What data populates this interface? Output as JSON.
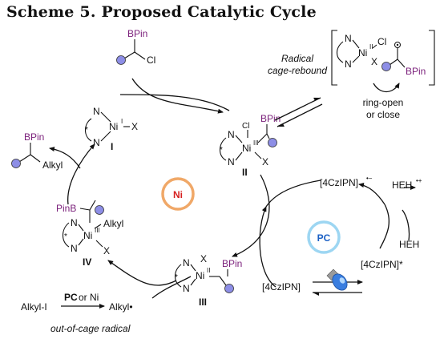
{
  "title": "Scheme 5. Proposed Catalytic Cycle",
  "colors": {
    "ni_ring": "#f0a868",
    "ni_label": "#d62020",
    "pc_ring": "#9dd6f2",
    "pc_label": "#1a5fc4",
    "boron_text": "#7a1f7a",
    "substituent_ball": "#8d8ee6",
    "bulb_glass": "#3a7ee0"
  },
  "cycles": {
    "ni": {
      "label": "Ni"
    },
    "pc": {
      "label": "PC"
    }
  },
  "reagents": {
    "substrate": {
      "group": "BPin",
      "leaving": "Cl"
    },
    "product": {
      "group": "BPin",
      "alkyl": "Alkyl"
    }
  },
  "species": {
    "I": {
      "tag": "I",
      "metal": "Ni",
      "ox": "I",
      "ligand": "X",
      "n1": "N",
      "n2": "N",
      "star": "*"
    },
    "II": {
      "tag": "II",
      "metal": "Ni",
      "ox": "III",
      "cl": "Cl",
      "bpin": "BPin",
      "x": "X",
      "n1": "N",
      "n2": "N",
      "star": "*"
    },
    "III": {
      "tag": "III",
      "metal": "Ni",
      "ox": "II",
      "x": "X",
      "bpin": "BPin",
      "n1": "N",
      "n2": "N",
      "star": "*"
    },
    "IV": {
      "tag": "IV",
      "metal": "Ni",
      "ox": "III",
      "pinb": "PinB",
      "alkyl": "Alkyl",
      "x": "X",
      "n1": "N",
      "n2": "N",
      "star": "*"
    },
    "cage": {
      "metal": "Ni",
      "ox": "II",
      "cl": "Cl",
      "x": "X",
      "bpin": "BPin",
      "n1": "N",
      "n2": "N"
    }
  },
  "photo": {
    "czipn": "[4CzIPN]",
    "radical_anion": "[4CzIPN]",
    "radical_anion_charge": "•−",
    "excited": "[4CzIPN]*",
    "heh": "HEH",
    "heh_cation": "HEH",
    "heh_cation_charge": "•+"
  },
  "labels": {
    "radical_line1": "Radical",
    "radical_line2": "cage-rebound",
    "ring_line1": "ring-open",
    "ring_line2": "or close",
    "alkyl_i": "Alkyl-I",
    "pc_or_ni_pc": "PC",
    "pc_or_ni_rest": " or Ni",
    "alkyl_radical": "Alkyl•",
    "out_of_cage": "out-of-cage radical"
  }
}
